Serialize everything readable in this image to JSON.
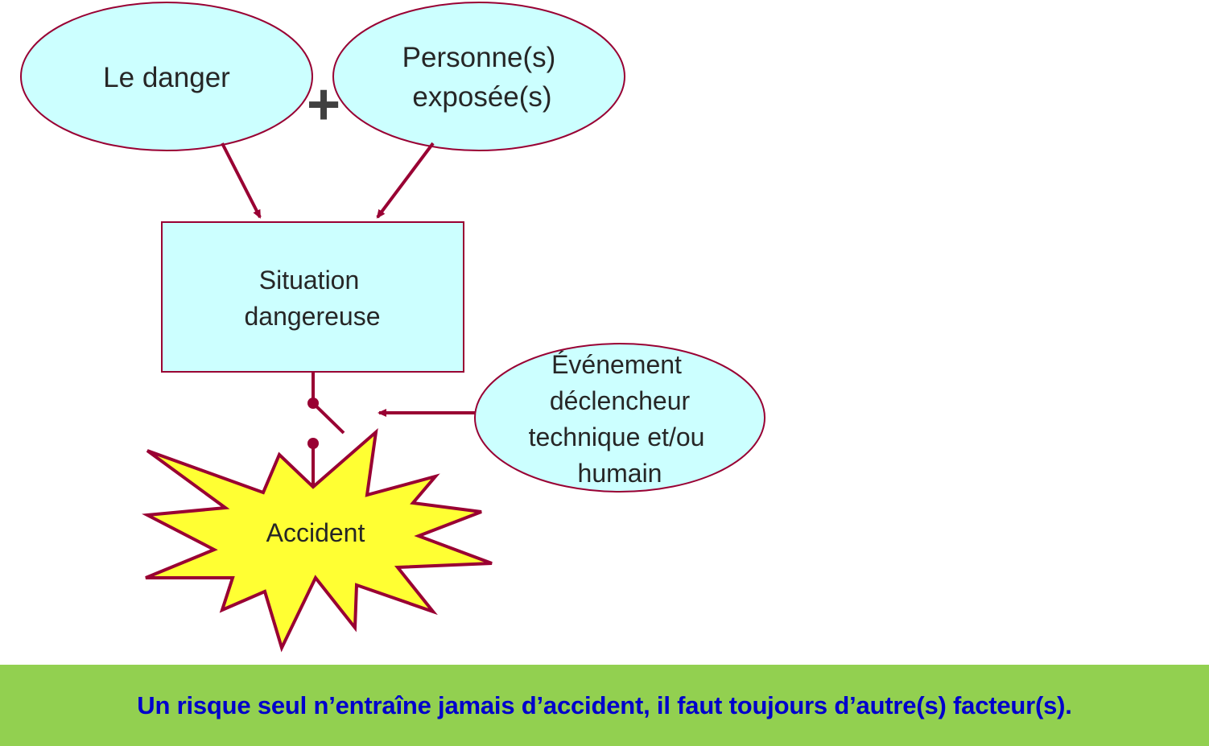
{
  "colors": {
    "node_fill": "#ccffff",
    "node_stroke": "#990033",
    "arrow": "#990033",
    "burst_fill": "#ffff33",
    "text": "#262626",
    "plus": "#404040",
    "footer_bg": "#92d050",
    "footer_text": "#0000cc"
  },
  "nodes": {
    "danger": "Le danger",
    "exposed_line1": "Personne(s)",
    "exposed_line2": "exposée(s)",
    "situation_line1": "Situation",
    "situation_line2": "dangereuse",
    "trigger_line1": "Événement",
    "trigger_line2": "déclencheur",
    "trigger_line3": "technique et/ou",
    "trigger_line4": "humain",
    "accident": "Accident"
  },
  "operator": "+",
  "footer": {
    "message": "Un risque seul n’entraîne jamais d’accident, il faut toujours d’autre(s) facteur(s)."
  }
}
